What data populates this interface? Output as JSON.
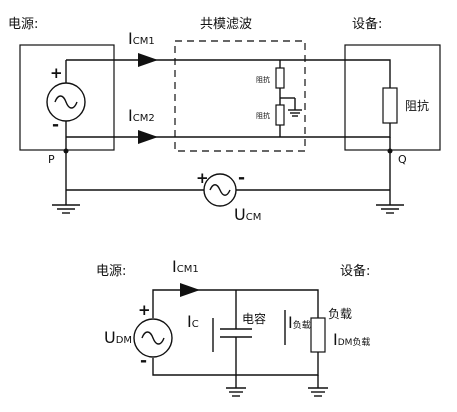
{
  "top": {
    "source_label": "电源:",
    "equipment_label": "设备:",
    "filter_label": "共模滤波",
    "icm1_main": "I",
    "icm1_sub": "CM1",
    "icm2_main": "I",
    "icm2_sub": "CM2",
    "plus": "+",
    "minus": "-",
    "filter_r1": "阻抗",
    "filter_r2": "阻抗",
    "impedance_label": "阻抗",
    "node_p": "P",
    "node_q": "Q",
    "ucm_main": "U",
    "ucm_sub": "CM",
    "ucm_plus": "+",
    "ucm_minus": "-"
  },
  "bottom": {
    "source_label": "电源:",
    "equipment_label": "设备:",
    "icm1_main": "I",
    "icm1_sub": "CM1",
    "udm_main": "U",
    "udm_sub": "DM",
    "plus": "+",
    "minus": "-",
    "ic_main": "I",
    "ic_sub": "C",
    "cap_label": "电容",
    "iload_main": "I",
    "iload_sub": "负载",
    "load_label": "负载",
    "idm_main": "I",
    "idm_sub": "DM负载"
  }
}
